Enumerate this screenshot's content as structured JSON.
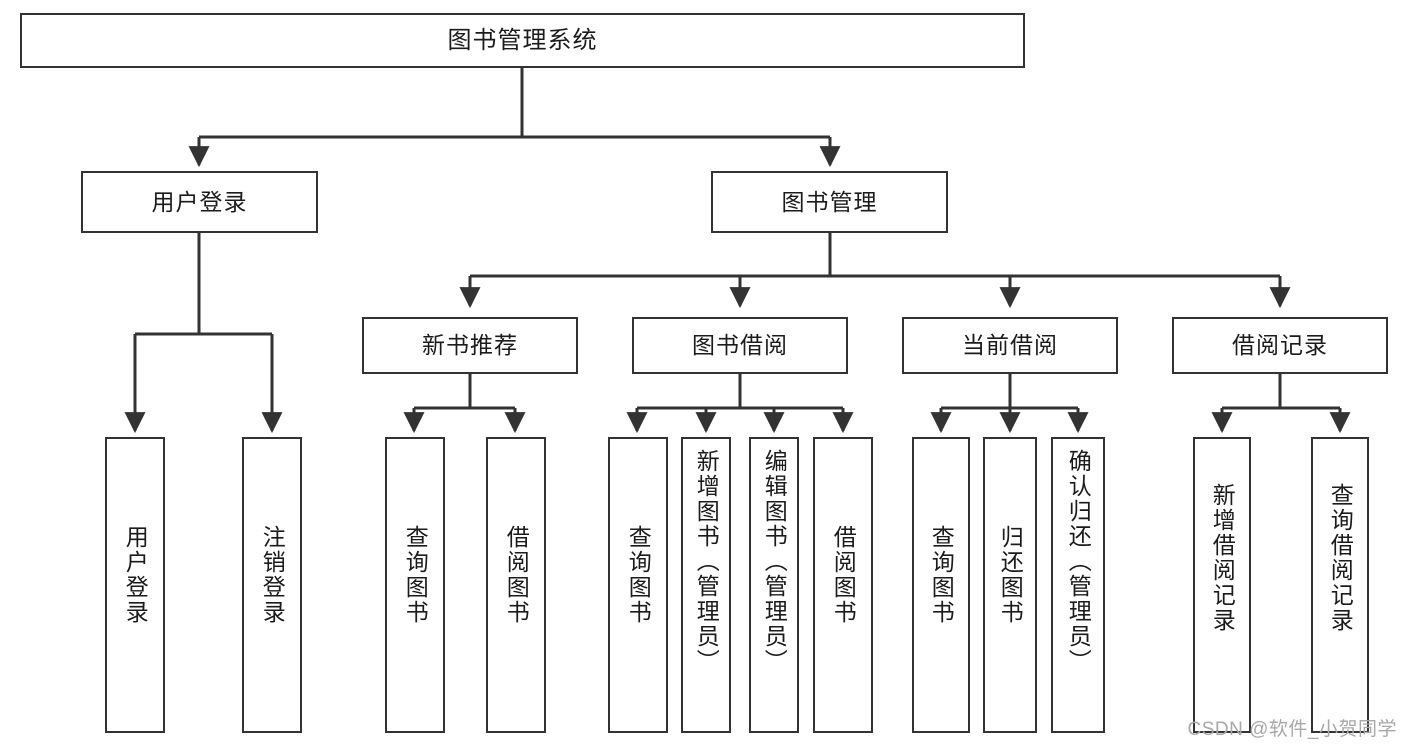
{
  "diagram": {
    "title": "图书管理系统",
    "type": "tree",
    "watermark": "CSDN @软件_小贺同学",
    "colors": {
      "box_border": "#333333",
      "box_fill": "#ffffff",
      "line": "#333333",
      "text": "#1b1b1b",
      "watermark": "#a8a8a8",
      "background": "#ffffff"
    },
    "nodes": {
      "root": {
        "label": "图书管理系统"
      },
      "level1": [
        {
          "id": "user-login",
          "label": "用户登录"
        },
        {
          "id": "book-manage",
          "label": "图书管理"
        }
      ],
      "level2": [
        {
          "id": "new-book-rec",
          "label": "新书推荐",
          "parent": "book-manage"
        },
        {
          "id": "book-borrow",
          "label": "图书借阅",
          "parent": "book-manage"
        },
        {
          "id": "current-borrow",
          "label": "当前借阅",
          "parent": "book-manage"
        },
        {
          "id": "borrow-record",
          "label": "借阅记录",
          "parent": "book-manage"
        }
      ],
      "leaves": [
        {
          "id": "leaf-user-login",
          "label": "用户登录",
          "parent": "user-login"
        },
        {
          "id": "leaf-logout",
          "label": "注销登录",
          "parent": "user-login"
        },
        {
          "id": "leaf-query-book-1",
          "label": "查询图书",
          "parent": "new-book-rec"
        },
        {
          "id": "leaf-borrow-book-1",
          "label": "借阅图书",
          "parent": "new-book-rec"
        },
        {
          "id": "leaf-query-book-2",
          "label": "查询图书",
          "parent": "book-borrow"
        },
        {
          "id": "leaf-add-book",
          "label": "新增图书（管理员）",
          "parent": "book-borrow"
        },
        {
          "id": "leaf-edit-book",
          "label": "编辑图书（管理员）",
          "parent": "book-borrow"
        },
        {
          "id": "leaf-borrow-book-2",
          "label": "借阅图书",
          "parent": "book-borrow"
        },
        {
          "id": "leaf-query-book-3",
          "label": "查询图书",
          "parent": "current-borrow"
        },
        {
          "id": "leaf-return-book",
          "label": "归还图书",
          "parent": "current-borrow"
        },
        {
          "id": "leaf-confirm-return",
          "label": "确认归还（管理员）",
          "parent": "current-borrow"
        },
        {
          "id": "leaf-add-record",
          "label": "新增借阅记录",
          "parent": "borrow-record"
        },
        {
          "id": "leaf-query-record",
          "label": "查询借阅记录",
          "parent": "borrow-record"
        }
      ]
    }
  }
}
